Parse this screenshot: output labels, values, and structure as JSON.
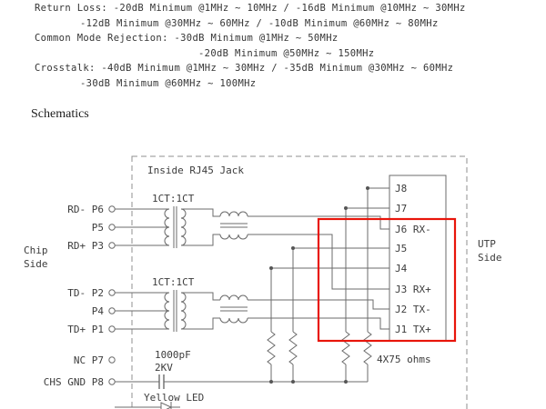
{
  "specs": {
    "lines": [
      "Return Loss: -20dB Minimum @1MHz ~ 10MHz / -16dB Minimum @10MHz ~ 30MHz",
      "-12dB Minimum @30MHz ~ 60MHz / -10dB Minimum @60MHz ~ 80MHz",
      "Common Mode Rejection: -30dB Minimum @1MHz ~ 50MHz",
      "-20dB Minimum @50MHz ~ 150MHz",
      "Crosstalk: -40dB Minimum @1MHz ~ 30MHz / -35dB Minimum @30MHz ~ 60MHz",
      "-30dB Minimum @60MHz ~ 100MHz"
    ]
  },
  "heading": "Schematics",
  "schematic": {
    "inside_label": "Inside RJ45 Jack",
    "chip_side_line1": "Chip",
    "chip_side_line2": "Side",
    "utp_side_line1": "UTP",
    "utp_side_line2": "Side",
    "transformer1_label": "1CT:1CT",
    "transformer2_label": "1CT:1CT",
    "pins": [
      {
        "label": "RD- P6"
      },
      {
        "label": "P5"
      },
      {
        "label": "RD+ P3"
      },
      {
        "label": "TD- P2"
      },
      {
        "label": "P4"
      },
      {
        "label": "TD+ P1"
      },
      {
        "label": "NC P7"
      },
      {
        "label": "CHS GND P8"
      }
    ],
    "jacks": [
      {
        "label": "J8"
      },
      {
        "label": "J7"
      },
      {
        "label": "J6 RX-"
      },
      {
        "label": "J5"
      },
      {
        "label": "J4"
      },
      {
        "label": "J3 RX+"
      },
      {
        "label": "J2 TX-"
      },
      {
        "label": "J1 TX+"
      }
    ],
    "capacitor_value": "1000pF",
    "capacitor_rating": "2KV",
    "resistors_label": "4X75 ohms",
    "led_label": "Yellow LED"
  },
  "colors": {
    "highlight_red": "#e8150b",
    "line_gray": "#6b6b6b",
    "text_gray": "#3c3c3c"
  }
}
